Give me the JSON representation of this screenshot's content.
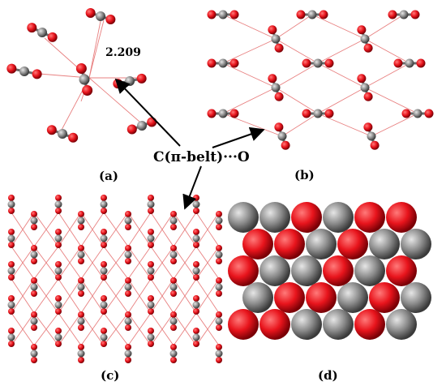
{
  "figure": {
    "labels": {
      "interaction": "C(π-belt)···O",
      "distance": "2.209",
      "panel_a": "(a)",
      "panel_b": "(b)",
      "panel_c": "(c)",
      "panel_d": "(d)"
    },
    "colors": {
      "oxygen": "#e8141c",
      "carbon": "#8c8c8c",
      "contact_line": "#e88080",
      "bond": "#6a6a6a",
      "arrow": "#000000"
    }
  }
}
